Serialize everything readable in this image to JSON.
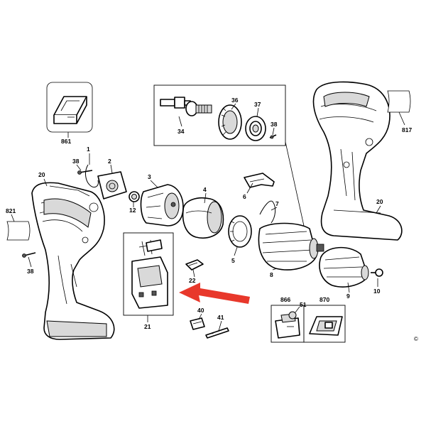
{
  "diagram": {
    "part_numbers": {
      "p1": "1",
      "p2": "2",
      "p3": "3",
      "p4": "4",
      "p5": "5",
      "p6": "6",
      "p7": "7",
      "p8": "8",
      "p9": "9",
      "p10": "10",
      "p12": "12",
      "p20a": "20",
      "p20b": "20",
      "p21": "21",
      "p22": "22",
      "p34": "34",
      "p36": "36",
      "p37": "37",
      "p38a": "38",
      "p38b": "38",
      "p38c": "38",
      "p40": "40",
      "p41": "41",
      "p51": "51",
      "p817": "817",
      "p821": "821",
      "p861": "861",
      "p866": "866",
      "p870": "870"
    },
    "copyright_symbol": "©",
    "highlight_arrow_color": "#e8382b"
  }
}
